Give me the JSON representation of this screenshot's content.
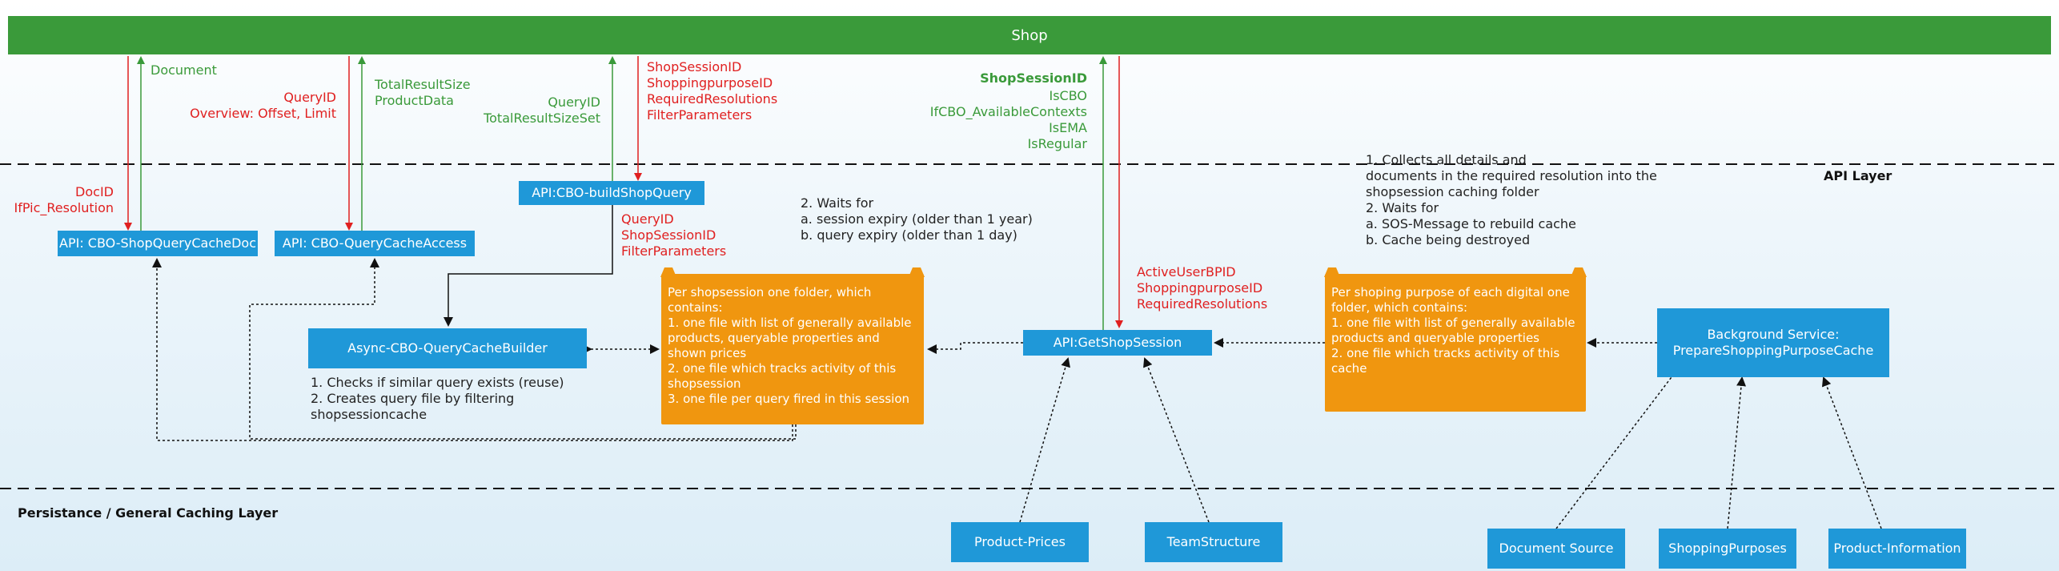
{
  "shop_bar": {
    "label": "Shop"
  },
  "layers": {
    "api": "API Layer",
    "persistance": "Persistance / General Caching Layer"
  },
  "boxes": {
    "doc": "API: CBO-ShopQueryCacheDoc",
    "access": "API: CBO-QueryCacheAccess",
    "build": "API:CBO-buildShopQuery",
    "builder": "Async-CBO-QueryCacheBuilder",
    "getsession": "API:GetShopSession",
    "background": "Background Service:\nPrepareShoppingPurposeCache",
    "prices": "Product-Prices",
    "team": "TeamStructure",
    "docsource": "Document Source",
    "purposes": "ShoppingPurposes",
    "prodinfo": "Product-Information"
  },
  "folders": {
    "session": "Per shopsession one folder, which contains:\n1. one file with list of generally available products, queryable properties and shown prices\n2. one file which tracks activity of this shopsession\n3. one file per query fired in this session",
    "purpose": "Per shoping purpose of each digital one folder, which contains:\n1. one file with list of generally available products and queryable properties\n2. one file which tracks activity of this cache"
  },
  "labels": {
    "document": "Document",
    "docid": "DocID\nIfPic_Resolution",
    "queryid_overview": "QueryID\nOverview: Offset, Limit",
    "total_product": "TotalResultSize\nProductData",
    "queryid_totalset": "QueryID\nTotalResultSizeSet",
    "build_in": "ShopSessionID\nShoppingpurposeID\nRequiredResolutions\nFilterParameters",
    "build_out": "QueryID\nShopSessionID\nFilterParameters",
    "session_resp_title": "ShopSessionID",
    "session_resp": "IsCBO\nIfCBO_AvailableContexts\nIsEMA\nIsRegular",
    "session_in": "ActiveUserBPID\nShoppingpurposeID\nRequiredResolutions",
    "waits1": "2. Waits for\n    a. session expiry (older than 1 year)\n    b. query expiry (older than 1 day)",
    "collects": "1. Collects all details and\ndocuments in the required resolution into the\nshopsession caching folder\n2. Waits for\n    a. SOS-Message to rebuild cache\n    b. Cache being destroyed",
    "builder_notes": "1. Checks if similar query exists (reuse)\n2. Creates query file by filtering\nshopsessioncache"
  }
}
